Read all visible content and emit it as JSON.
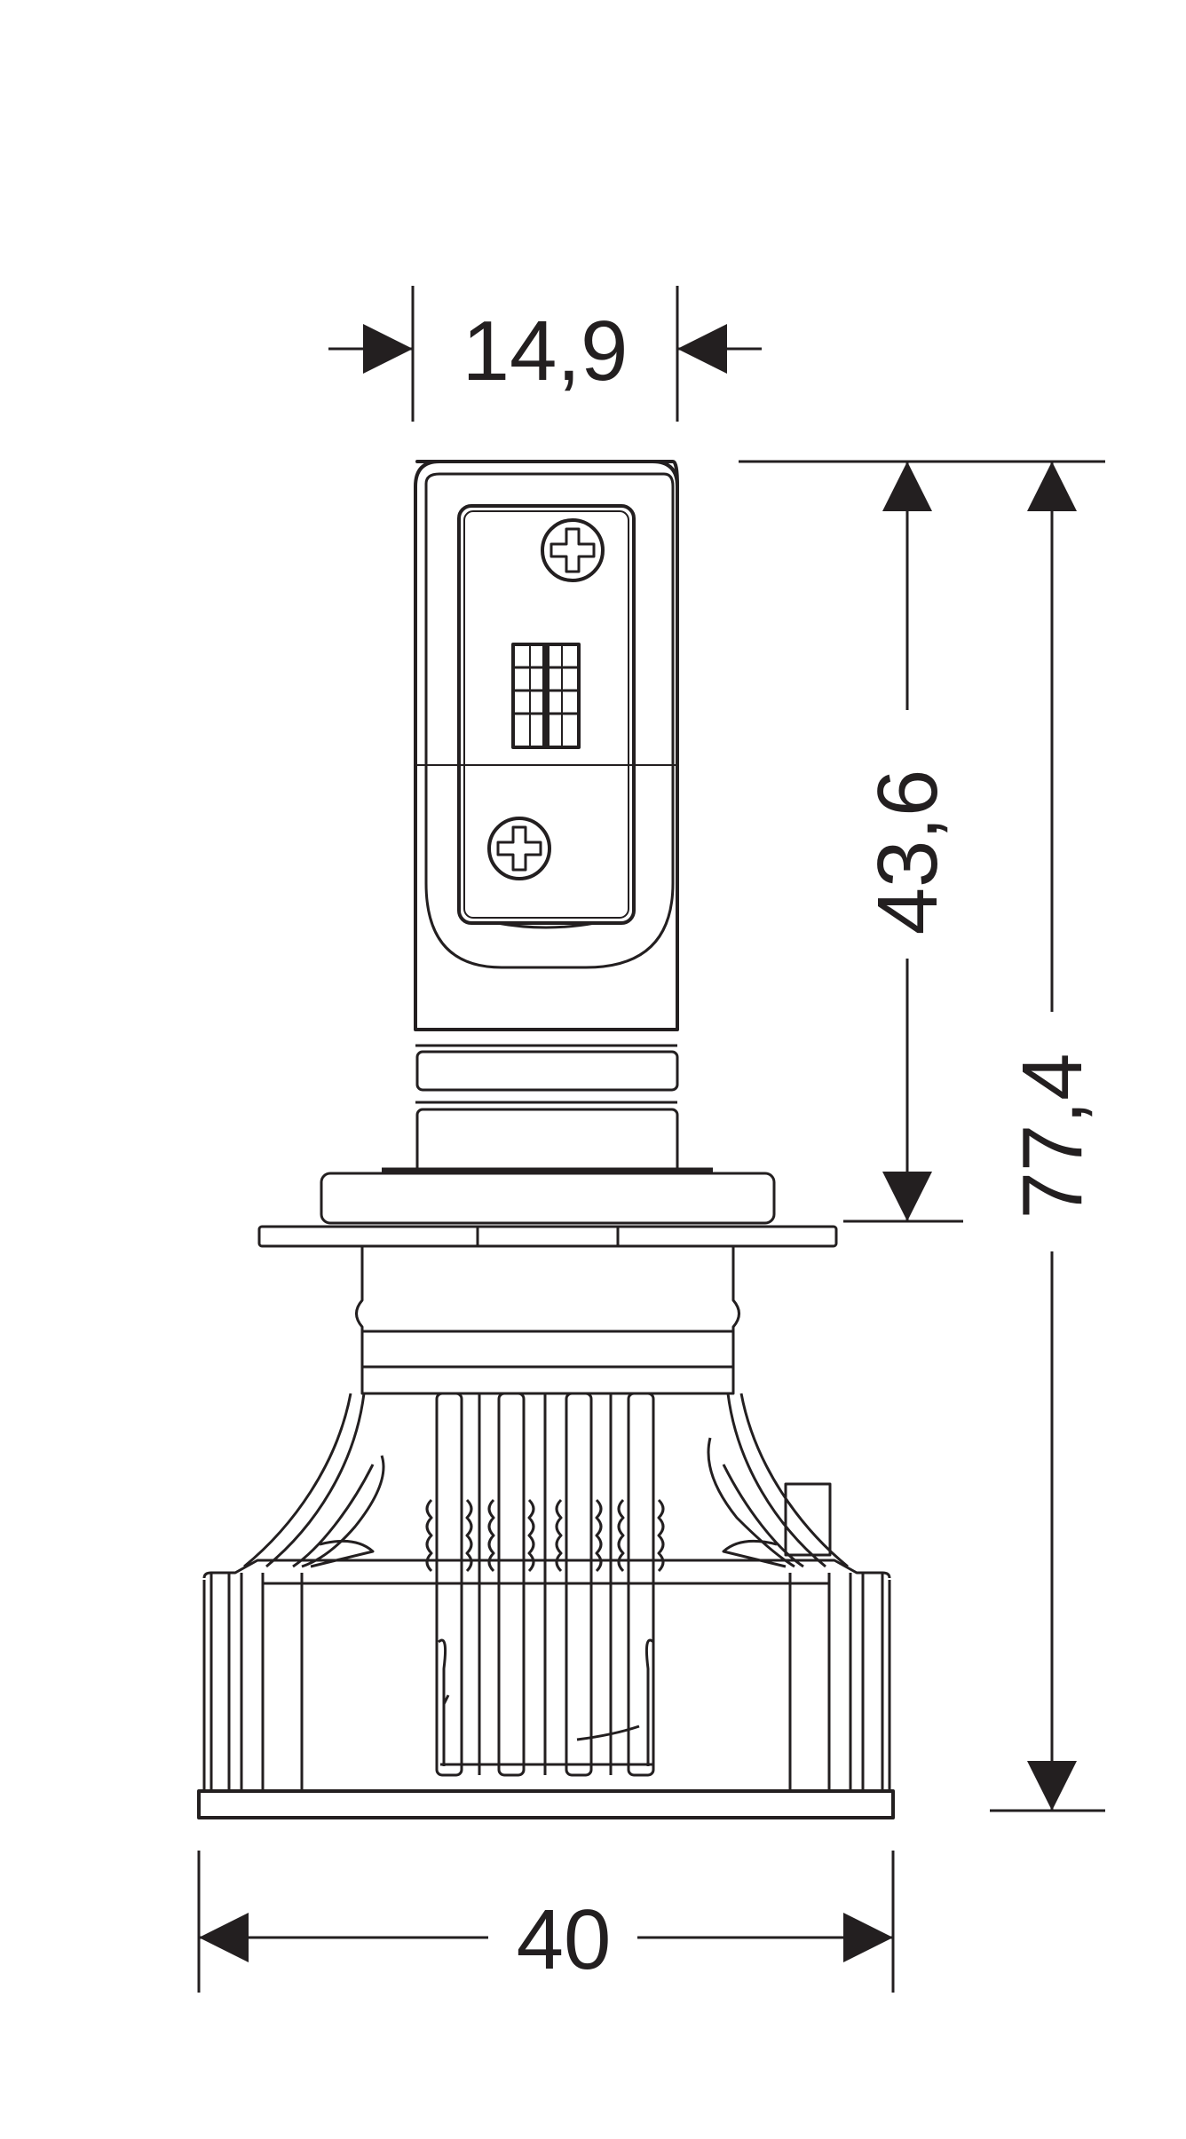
{
  "dimensions": {
    "top_width": "14,9",
    "inner_height": "43,6",
    "total_height": "77,4",
    "base_width": "40"
  },
  "colors": {
    "line": "#231f20",
    "led": "#231f20",
    "background": "#ffffff"
  }
}
